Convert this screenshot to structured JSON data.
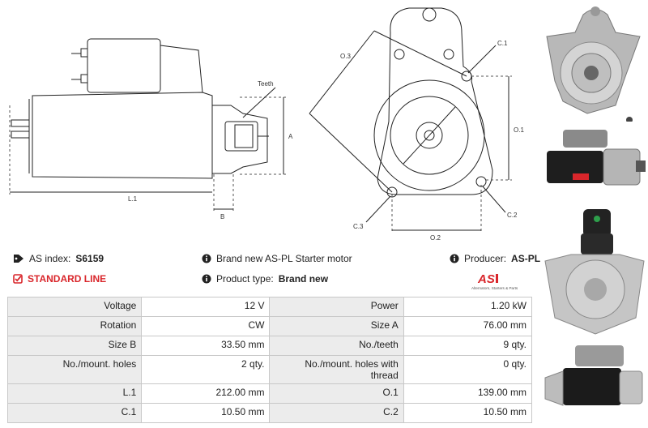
{
  "diagram": {
    "side_labels": {
      "teeth": "Teeth",
      "a": "A",
      "l1": "L.1",
      "b": "B"
    },
    "front_labels": {
      "o3": "O.3",
      "c1": "C.1",
      "o1": "O.1",
      "c3": "C.3",
      "c2": "C.2",
      "o2": "O.2"
    }
  },
  "info": {
    "as_index_label": "AS index:",
    "as_index_value": "S6159",
    "standard_line": "STANDARD LINE",
    "description": "Brand new AS-PL Starter motor",
    "product_type_label": "Product type:",
    "product_type_value": "Brand new",
    "producer_label": "Producer:",
    "producer_value": "AS-PL"
  },
  "logo": {
    "mark": "AS",
    "tagline": "Alternators, Starters & Parts"
  },
  "specs": [
    [
      "Voltage",
      "12 V",
      "Power",
      "1.20 kW"
    ],
    [
      "Rotation",
      "CW",
      "Size A",
      "76.00 mm"
    ],
    [
      "Size B",
      "33.50 mm",
      "No./teeth",
      "9 qty."
    ],
    [
      "No./mount. holes",
      "2 qty.",
      "No./mount. holes with thread",
      "0 qty."
    ],
    [
      "L.1",
      "212.00 mm",
      "O.1",
      "139.00 mm"
    ],
    [
      "C.1",
      "10.50 mm",
      "C.2",
      "10.50 mm"
    ]
  ],
  "colors": {
    "brand_red": "#d9262b",
    "label_bg": "#ececec",
    "border": "#c8c8c8"
  },
  "icons": [
    "tag-icon",
    "check-square-icon",
    "info-icon"
  ]
}
